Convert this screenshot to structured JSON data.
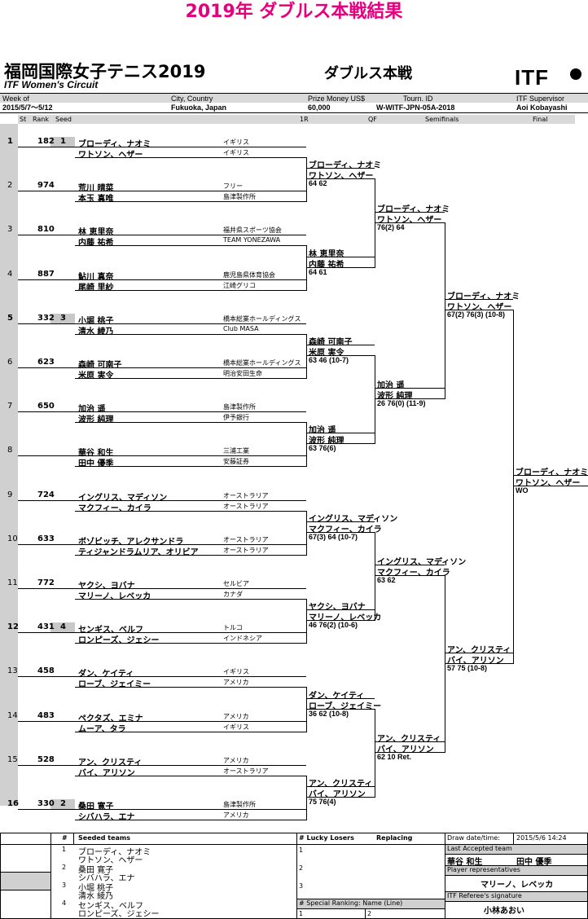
{
  "banner": "2019年 ダブルス本戦結果",
  "title": "福岡国際女子テニス2019",
  "subtitle": "ITF Women's Circuit",
  "event_title": "ダブルス本戦",
  "itf_logo": "ITF",
  "header": {
    "week_label": "Week of",
    "week_value": "2015/5/7～5/12",
    "city_label": "City, Country",
    "city_value": "Fukuoka, Japan",
    "prize_label": "Prize Money US$",
    "prize_value": "60,000",
    "tourn_label": "Tourn. ID",
    "tourn_value": "W-WITF-JPN-05A-2018",
    "supervisor_label": "ITF  Supervisor",
    "supervisor_value": "Aoi Kobayashi"
  },
  "columns": {
    "st": "St",
    "rank": "Rank",
    "seed": "Seed",
    "r1": "1R",
    "qf": "QF",
    "sf": "Semifinals",
    "final": "Final"
  },
  "draw": [
    {
      "num": "1",
      "rank": "182",
      "seed": "1",
      "p1": "ブローディ、ナオミ",
      "p2": "ワトソン、ヘザー",
      "c1": "イギリス",
      "c2": "イギリス"
    },
    {
      "num": "2",
      "rank": "974",
      "seed": "",
      "p1": "荒川 晴菜",
      "p2": "本玉 真唯",
      "c1": "フリー",
      "c2": "島津製作所"
    },
    {
      "num": "3",
      "rank": "810",
      "seed": "",
      "p1": "林 恵里奈",
      "p2": "内藤 祐希",
      "c1": "福井県スポーツ協会",
      "c2": "TEAM YONEZAWA"
    },
    {
      "num": "4",
      "rank": "887",
      "seed": "",
      "p1": "鮎川 真奈",
      "p2": "尾崎 里紗",
      "c1": "鹿児島県体育協会",
      "c2": "江崎グリコ"
    },
    {
      "num": "5",
      "rank": "332",
      "seed": "3",
      "p1": "小堀 桃子",
      "p2": "清水 綾乃",
      "c1": "橋本総業ホールディングス",
      "c2": "Club MASA"
    },
    {
      "num": "6",
      "rank": "623",
      "seed": "",
      "p1": "森崎 可南子",
      "p2": "米原 実令",
      "c1": "橋本総業ホールディングス",
      "c2": "明治安田生命"
    },
    {
      "num": "7",
      "rank": "650",
      "seed": "",
      "p1": "加治 遥",
      "p2": "波形 純理",
      "c1": "島津製作所",
      "c2": "伊予銀行"
    },
    {
      "num": "8",
      "rank": "",
      "seed": "",
      "p1": "華谷 和生",
      "p2": "田中 優季",
      "c1": "三浦工業",
      "c2": "安藤証券"
    },
    {
      "num": "9",
      "rank": "724",
      "seed": "",
      "p1": "イングリス、マディソン",
      "p2": "マクフィー、カイラ",
      "c1": "オーストラリア",
      "c2": "オーストラリア"
    },
    {
      "num": "10",
      "rank": "633",
      "seed": "",
      "p1": "ボゾビッチ、アレクサンドラ",
      "p2": "ティジャンドラムリア、オリビア",
      "c1": "オーストラリア",
      "c2": "オーストラリア"
    },
    {
      "num": "11",
      "rank": "772",
      "seed": "",
      "p1": "ヤクシ、ヨバナ",
      "p2": "マリーノ、レベッカ",
      "c1": "セルビア",
      "c2": "カナダ"
    },
    {
      "num": "12",
      "rank": "431",
      "seed": "4",
      "p1": "センギス、ベルフ",
      "p2": "ロンピーズ、ジェシー",
      "c1": "トルコ",
      "c2": "インドネシア"
    },
    {
      "num": "13",
      "rank": "458",
      "seed": "",
      "p1": "ダン、ケイティ",
      "p2": "ローブ、ジェイミー",
      "c1": "イギリス",
      "c2": "アメリカ"
    },
    {
      "num": "14",
      "rank": "483",
      "seed": "",
      "p1": "ペクタズ、エミナ",
      "p2": "ムーア、タラ",
      "c1": "アメリカ",
      "c2": "イギリス"
    },
    {
      "num": "15",
      "rank": "528",
      "seed": "",
      "p1": "アン、クリスティ",
      "p2": "バイ、アリソン",
      "c1": "アメリカ",
      "c2": "オーストラリア"
    },
    {
      "num": "16",
      "rank": "330",
      "seed": "2",
      "p1": "桑田 寛子",
      "p2": "シバハラ、エナ",
      "c1": "島津製作所",
      "c2": "アメリカ"
    }
  ],
  "r2": [
    {
      "p1": "ブローディ、ナオミ",
      "p2": "ワトソン、ヘザー",
      "score": "64 62"
    },
    {
      "p1": "林 恵里奈",
      "p2": "内藤 祐希",
      "score": "64 61"
    },
    {
      "p1": "森崎 可南子",
      "p2": "米原 実令",
      "score": "63 46 (10-7)"
    },
    {
      "p1": "加治 遥",
      "p2": "波形 純理",
      "score": "63 76(6)"
    },
    {
      "p1": "イングリス、マディソン",
      "p2": "マクフィー、カイラ",
      "score": "67(3) 64 (10-7)"
    },
    {
      "p1": "ヤクシ、ヨバナ",
      "p2": "マリーノ、レベッカ",
      "score": "46 76(2) (10-6)"
    },
    {
      "p1": "ダン、ケイティ",
      "p2": "ローブ、ジェイミー",
      "score": "36 62 (10-8)"
    },
    {
      "p1": "アン、クリスティ",
      "p2": "バイ、アリソン",
      "score": "75 76(4)"
    }
  ],
  "qf": [
    {
      "p1": "ブローディ、ナオミ",
      "p2": "ワトソン、ヘザー",
      "score": "76(2) 64"
    },
    {
      "p1": "加治 遥",
      "p2": "波形 純理",
      "score": "26 76(0) (11-9)"
    },
    {
      "p1": "イングリス、マディソン",
      "p2": "マクフィー、カイラ",
      "score": "63 62"
    },
    {
      "p1": "アン、クリスティ",
      "p2": "バイ、アリソン",
      "score": "62 10 Ret."
    }
  ],
  "sf": [
    {
      "p1": "ブローディ、ナオミ",
      "p2": "ワトソン、ヘザー",
      "score": "67(2) 76(3) (10-8)"
    },
    {
      "p1": "アン、クリスティ",
      "p2": "バイ、アリソン",
      "score": "57 75 (10-8)"
    }
  ],
  "final": {
    "p1": "ブローディ、ナオミ",
    "p2": "ワトソン、ヘザー",
    "score": "WO"
  },
  "bottom": {
    "hash": "#",
    "seeded_label": "Seeded teams",
    "seeds": [
      {
        "n": "1",
        "a": "ブローディ、ナオミ",
        "b": "ワトソン、ヘザー"
      },
      {
        "n": "2",
        "a": "桑田 寛子",
        "b": "シバハラ、エナ"
      },
      {
        "n": "3",
        "a": "小堀 桃子",
        "b": "清水 綾乃"
      },
      {
        "n": "4",
        "a": "センギス、ベルフ",
        "b": "ロンピーズ、ジェシー"
      }
    ],
    "lucky_label": "# Lucky Losers",
    "replacing_label": "Replacing",
    "lucky_rows": [
      "1",
      "2",
      "3"
    ],
    "special_label": "# Special Ranking: Name (Line)",
    "special_rows": [
      "1",
      "2"
    ],
    "draw_date_label": "Draw date/time:",
    "draw_date_value": "2015/5/6  14:24",
    "last_accepted_label": "Last Accepted team",
    "last_accepted_a": "華谷 和生",
    "last_accepted_b": "田中 優季",
    "player_rep_label": "Player representatives",
    "player_rep_value": "マリーノ、レベッカ",
    "referee_label": "ITF Referee's signature",
    "referee_value": "小林あおい"
  }
}
